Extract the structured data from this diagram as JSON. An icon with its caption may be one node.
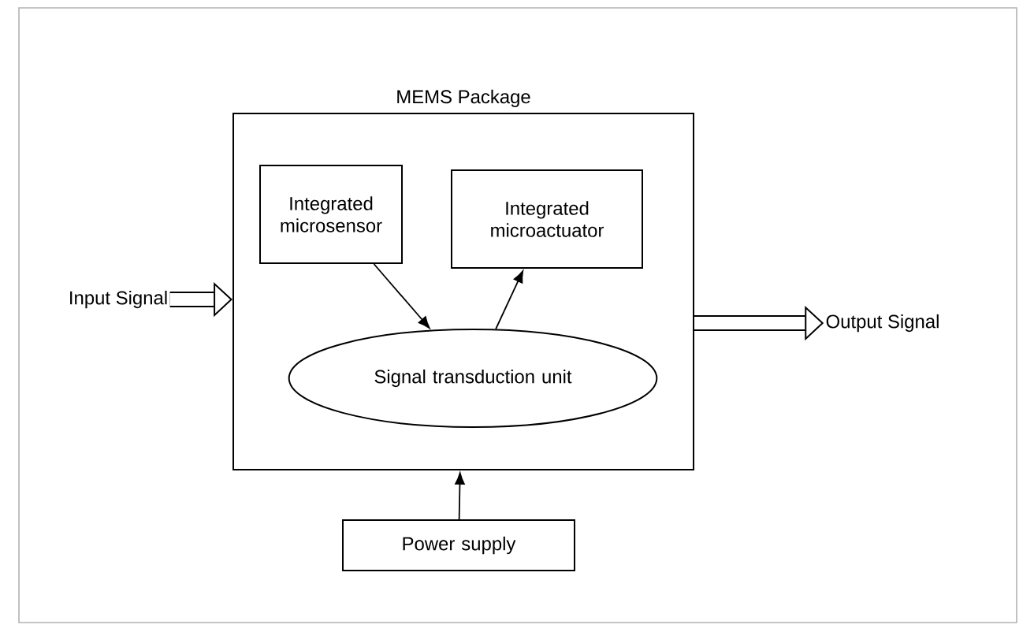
{
  "diagram": {
    "nodes": [
      {
        "text": [
          "MEMS Package"
        ]
      },
      {
        "text": [
          "Integrated microsensor"
        ],
        "in": 0
      },
      {
        "text": [
          "Integrated microactuator"
        ],
        "in": 0
      },
      {
        "text": [
          "Signal transduction unit"
        ],
        "in": 0
      },
      {
        "text": [
          "Input Signal"
        ]
      },
      {
        "text": [
          "Output Signal"
        ]
      },
      {
        "text": [
          "Power supply"
        ]
      }
    ],
    "edges": [
      {
        "from": 4,
        "to": 0,
        "arrow": "to",
        "style": "thick"
      },
      {
        "from": 1,
        "to": 3,
        "arrow": "to"
      },
      {
        "from": 3,
        "to": 2,
        "arrow": "to"
      },
      {
        "from": 0,
        "to": 5,
        "arrow": "to",
        "style": "thick"
      },
      {
        "from": 6,
        "to": 0,
        "arrow": "to"
      }
    ]
  }
}
